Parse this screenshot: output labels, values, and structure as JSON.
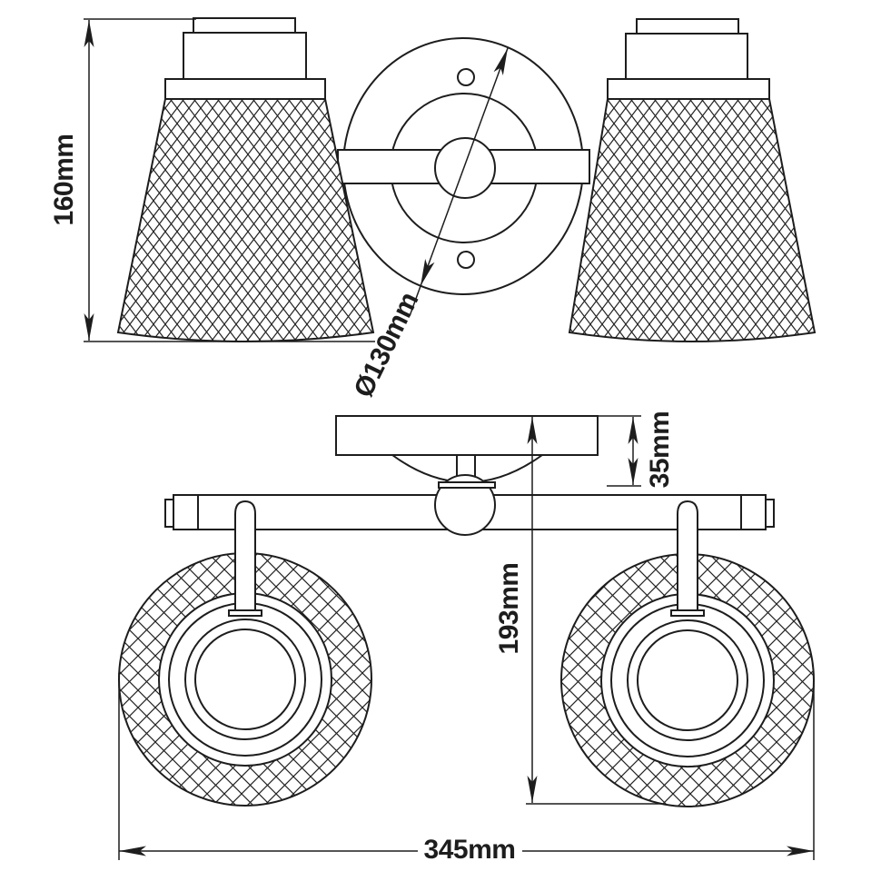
{
  "canvas": {
    "background": "#ffffff",
    "line_color": "#1d1d1d"
  },
  "diagram": {
    "type": "technical-drawing",
    "subject": "two-light wall fixture with mesh shades, front elevation and plan view",
    "dimensions": {
      "shade_height": "160mm",
      "backplate_diameter": "Ø130mm",
      "canopy_depth": "35mm",
      "projection": "193mm",
      "overall_width": "345mm"
    }
  }
}
